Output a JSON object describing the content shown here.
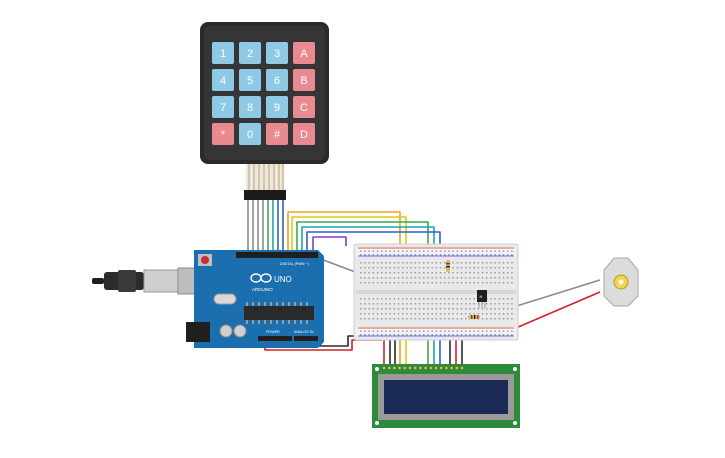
{
  "keypad": {
    "rows": [
      [
        "1",
        "2",
        "3",
        "A"
      ],
      [
        "4",
        "5",
        "6",
        "B"
      ],
      [
        "7",
        "8",
        "9",
        "C"
      ],
      [
        "*",
        "0",
        "#",
        "D"
      ]
    ],
    "num_key_color": "#8ec9e6",
    "letter_key_color": "#e88a8f",
    "body_color": "#2a2a2a"
  },
  "arduino": {
    "model": "UNO",
    "brand": "ARDUINO",
    "header_digital": "DIGITAL (PWM ~)",
    "label_power": "POWER",
    "label_analog": "ANALOG IN",
    "board_color": "#1c6fae"
  },
  "transistor": {
    "label": "N"
  },
  "wires": {
    "orange": "#f2a31b",
    "green": "#3aa84a",
    "teal": "#1aa5a5",
    "blue": "#2f5fd0",
    "purple": "#8a3cc7",
    "red": "#d0202a",
    "black": "#2a2a2a",
    "gray": "#8a8a8a",
    "yellow": "#e2c718"
  },
  "lcd": {
    "pcb_color": "#2e8b3a",
    "screen_color": "#1b2a55"
  }
}
